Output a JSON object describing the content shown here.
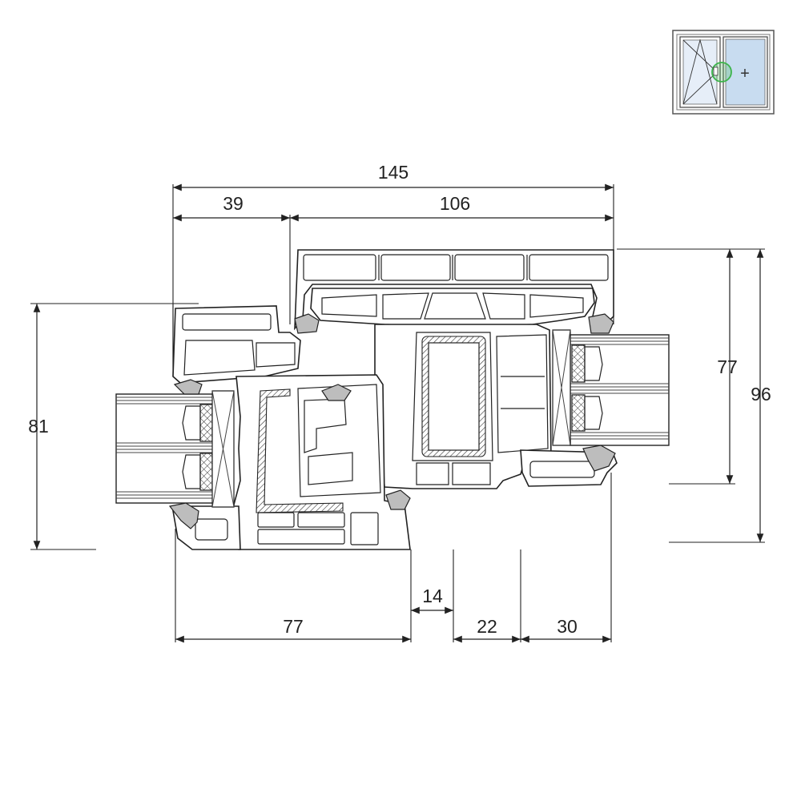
{
  "dimensions": {
    "top_total": "145",
    "top_left": "39",
    "top_right": "106",
    "left_height": "81",
    "right_inner_height": "77",
    "right_outer_height": "96",
    "bottom_left": "77",
    "bottom_gap": "14",
    "bottom_mid": "22",
    "bottom_right": "30"
  },
  "thumbnail": {
    "marker_color": "#3cb44b",
    "glass_color": "#c8dcf0",
    "plus_symbol": "+"
  },
  "colors": {
    "line": "#222222",
    "gasket": "#bdbdbd"
  }
}
